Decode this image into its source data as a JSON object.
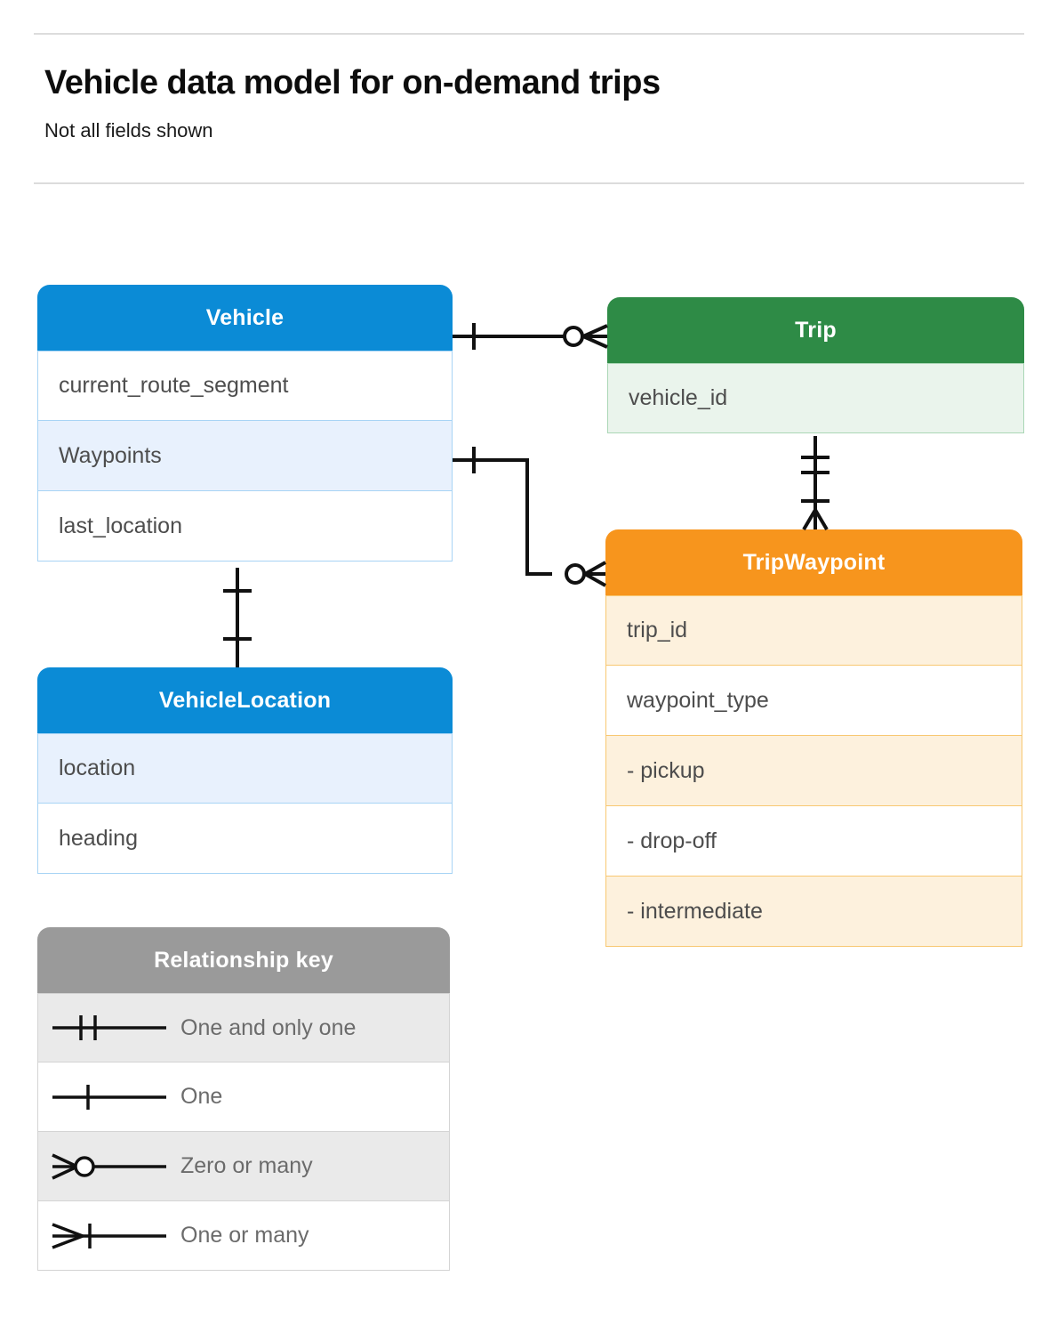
{
  "header": {
    "title": "Vehicle data model for on-demand trips",
    "subtitle": "Not all fields shown"
  },
  "entities": [
    {
      "id": "vehicle",
      "name": "Vehicle",
      "color": "#0b8bd6",
      "rows": [
        "current_route_segment",
        "Waypoints",
        "last_location"
      ]
    },
    {
      "id": "trip",
      "name": "Trip",
      "color": "#2e8b46",
      "rows": [
        "vehicle_id"
      ]
    },
    {
      "id": "tripwaypoint",
      "name": "TripWaypoint",
      "color": "#f7951d",
      "rows": [
        "trip_id",
        "waypoint_type",
        "-  pickup",
        "-  drop-off",
        "-  intermediate"
      ]
    },
    {
      "id": "vehiclelocation",
      "name": "VehicleLocation",
      "color": "#0b8bd6",
      "rows": [
        "location",
        "heading"
      ]
    }
  ],
  "legend": {
    "title": "Relationship key",
    "color": "#9a9a9a",
    "items": [
      {
        "symbol": "one-and-only-one",
        "label": "One and only one"
      },
      {
        "symbol": "one",
        "label": "One"
      },
      {
        "symbol": "zero-or-many",
        "label": "Zero or many"
      },
      {
        "symbol": "one-or-many",
        "label": "One or many"
      }
    ]
  },
  "relationships": [
    {
      "from": "Vehicle",
      "to": "Trip",
      "from_cardinality": "One",
      "to_cardinality": "Zero or many"
    },
    {
      "from": "Vehicle.Waypoints",
      "to": "TripWaypoint",
      "from_cardinality": "One",
      "to_cardinality": "Zero or many"
    },
    {
      "from": "Trip",
      "to": "TripWaypoint",
      "from_cardinality": "One and only one",
      "to_cardinality": "One or many"
    },
    {
      "from": "Vehicle",
      "to": "VehicleLocation",
      "from_cardinality": "One",
      "to_cardinality": "One"
    }
  ]
}
